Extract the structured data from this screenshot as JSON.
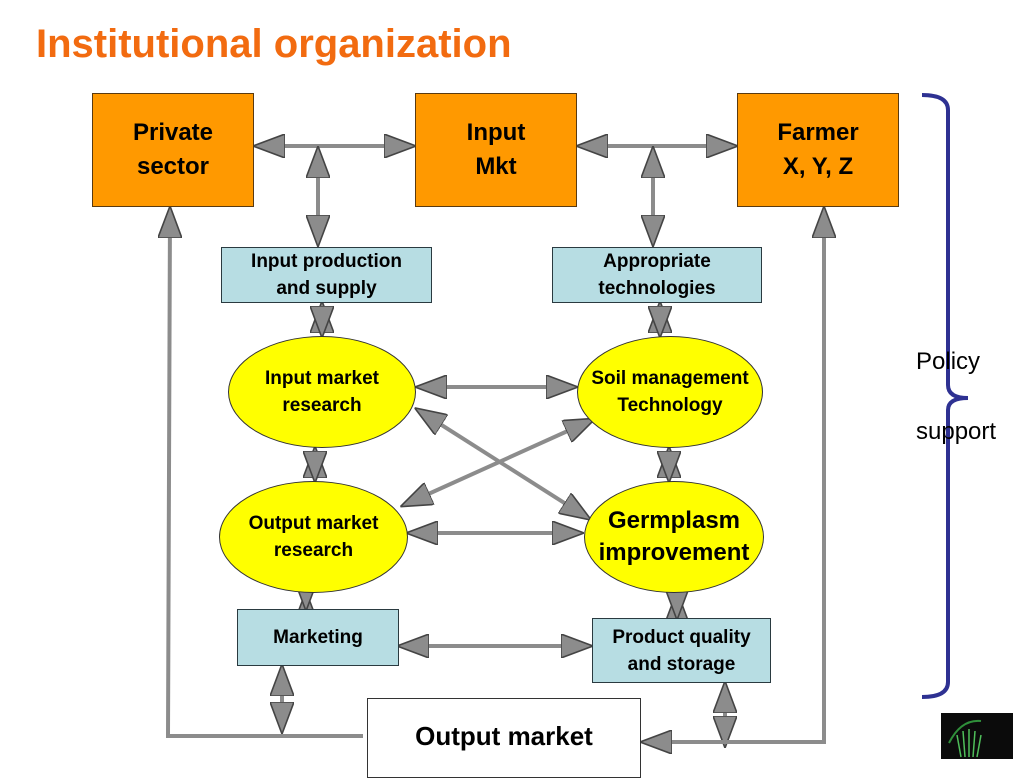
{
  "title": "Institutional organization",
  "nodes": {
    "private_sector": "Private\nsector",
    "input_mkt": "Input\nMkt",
    "farmer": "Farmer\nX, Y, Z",
    "input_production": "Input production\nand supply",
    "appropriate_tech": "Appropriate\ntechnologies",
    "input_market_research": "Input market\nresearch",
    "soil_management": "Soil management\nTechnology",
    "output_market_research": "Output market\nresearch",
    "germplasm": "Germplasm\nimprovement",
    "marketing": "Marketing",
    "product_quality": "Product quality\nand storage",
    "output_market": "Output market"
  },
  "policy": {
    "line1": "Policy",
    "line2": "support"
  },
  "colors": {
    "title": "#f26b10",
    "orange_box": "#ff9900",
    "blue_box": "#b7dde3",
    "ellipse": "#ffff00",
    "arrow": "#8c8c8c",
    "brace": "#2e3192"
  },
  "logo": "institute-logo"
}
